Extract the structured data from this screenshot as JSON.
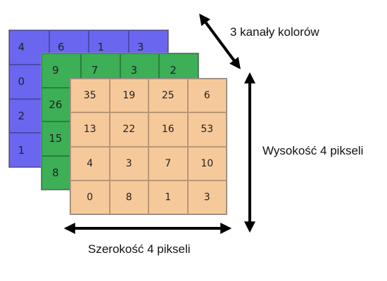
{
  "labels": {
    "channels": "3 kanały kolorów",
    "height": "Wysokość 4 pikseli",
    "width": "Szerokość 4 pikseli"
  },
  "layers": {
    "blue": {
      "color": "#6b66f0",
      "rows": [
        [
          "4",
          "6",
          "1",
          "3"
        ],
        [
          "0",
          "",
          "",
          ""
        ],
        [
          "2",
          "",
          "",
          ""
        ],
        [
          "1",
          "",
          "",
          ""
        ]
      ]
    },
    "green": {
      "color": "#3daf57",
      "rows": [
        [
          "9",
          "7",
          "3",
          "2"
        ],
        [
          "26",
          "",
          "",
          ""
        ],
        [
          "15",
          "",
          "",
          ""
        ],
        [
          "8",
          "",
          "",
          ""
        ]
      ]
    },
    "orange": {
      "color": "#f6c99b",
      "rows": [
        [
          "35",
          "19",
          "25",
          "6"
        ],
        [
          "13",
          "22",
          "16",
          "53"
        ],
        [
          "4",
          "3",
          "7",
          "10"
        ],
        [
          "0",
          "8",
          "1",
          "3"
        ]
      ]
    }
  }
}
